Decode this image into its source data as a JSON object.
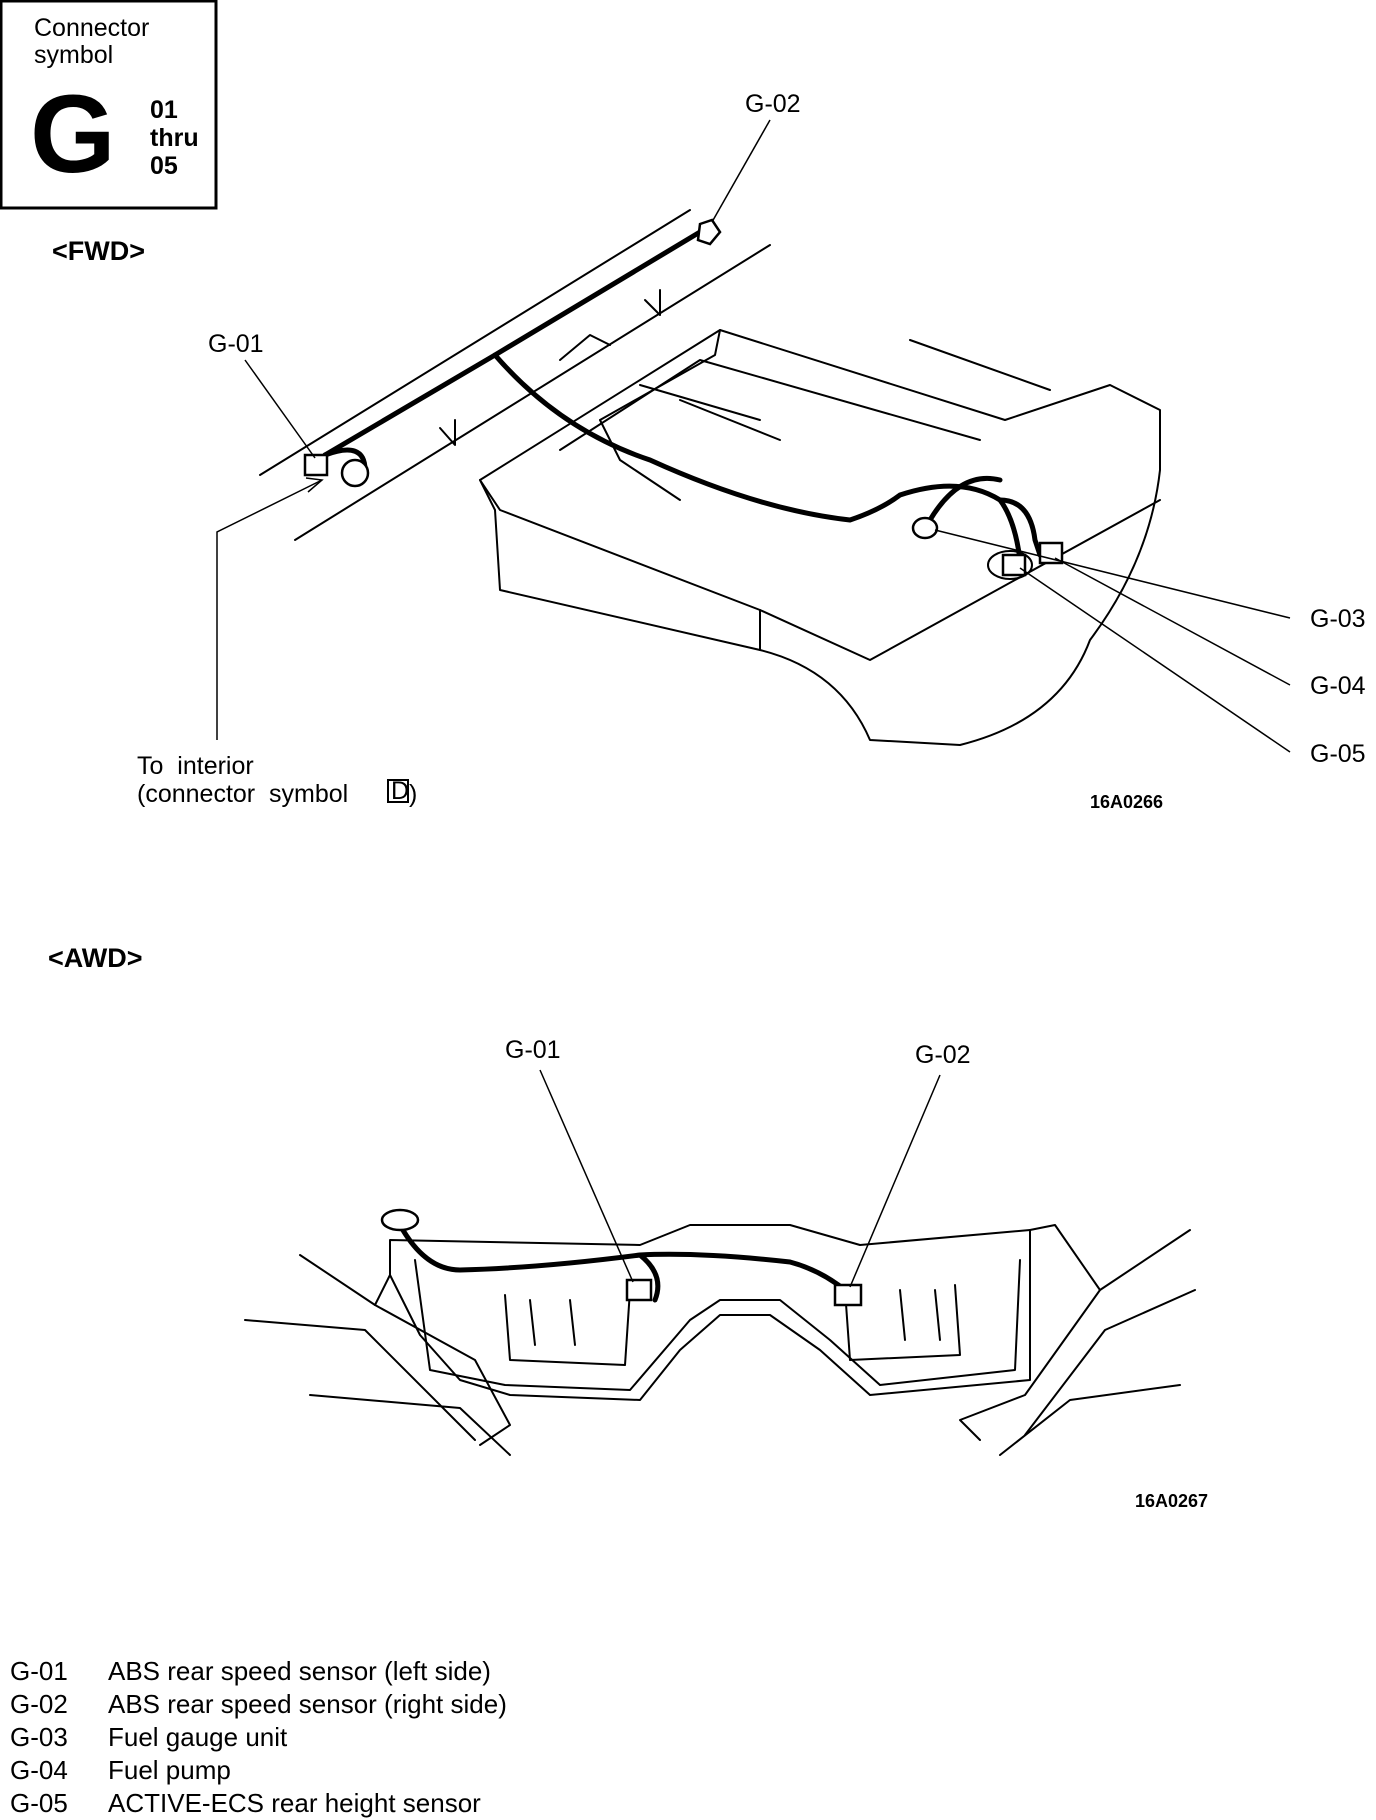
{
  "connector_box": {
    "title_line1": "Connector",
    "title_line2": "symbol",
    "letter": "G",
    "range_from": "01",
    "range_word": "thru",
    "range_to": "05"
  },
  "fwd": {
    "heading": "<FWD>",
    "labels": {
      "g01": "G-01",
      "g02": "G-02",
      "g03": "G-03",
      "g04": "G-04",
      "g05": "G-05"
    },
    "to_interior_line1": "To  interior",
    "to_interior_line2_prefix": "(connector  symbol",
    "to_interior_symbol": "D",
    "to_interior_line2_suffix": ")",
    "figure_code": "16A0266"
  },
  "awd": {
    "heading": "<AWD>",
    "labels": {
      "g01": "G-01",
      "g02": "G-02"
    },
    "figure_code": "16A0267"
  },
  "legend": [
    {
      "code": "G-01",
      "description": "ABS rear speed sensor (left side)"
    },
    {
      "code": "G-02",
      "description": "ABS rear speed sensor (right side)"
    },
    {
      "code": "G-03",
      "description": "Fuel gauge unit"
    },
    {
      "code": "G-04",
      "description": "Fuel pump"
    },
    {
      "code": "G-05",
      "description": "ACTIVE-ECS rear height sensor"
    }
  ]
}
